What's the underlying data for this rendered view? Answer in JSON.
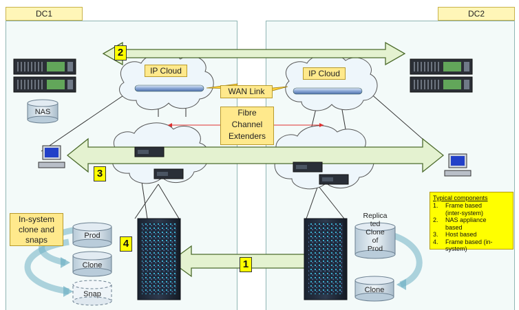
{
  "sites": {
    "left": "DC1",
    "right": "DC2"
  },
  "clouds": {
    "left_ip": "IP Cloud",
    "right_ip": "IP Cloud"
  },
  "wan_link": "WAN Link",
  "fibre_channel": [
    "Fibre",
    "Channel",
    "Extenders"
  ],
  "nas_label": "NAS",
  "numbers": {
    "n1": "1",
    "n2": "2",
    "n3": "3",
    "n4": "4"
  },
  "in_system_callout": [
    "In-system",
    "clone and",
    "snaps"
  ],
  "left_disks": {
    "prod": "Prod",
    "clone": "Clone",
    "snap": "Snap"
  },
  "right_disks": {
    "clone": "Clone"
  },
  "replicated_label": [
    "Replica",
    "ted",
    "Clone",
    "of",
    "Prod"
  ],
  "legend": {
    "title": "Typical components",
    "items": [
      {
        "n": "1.",
        "text": [
          "Frame based",
          "(inter-system)"
        ]
      },
      {
        "n": "2.",
        "text": [
          "NAS appliance",
          "based"
        ]
      },
      {
        "n": "3.",
        "text": [
          "Host based"
        ]
      },
      {
        "n": "4.",
        "text": [
          "Frame based (in-",
          "system)"
        ]
      }
    ]
  },
  "colors": {
    "arrow_fill": "#e4f2d0",
    "arrow_stroke": "#4c6b2c",
    "panel_bg": "#f3faf9",
    "panel_border": "#8fb5b3",
    "cloud_fill": "#eef6fb",
    "highlight": "#ffff00",
    "callout": "#ffe98c",
    "link_red": "#e03030"
  }
}
